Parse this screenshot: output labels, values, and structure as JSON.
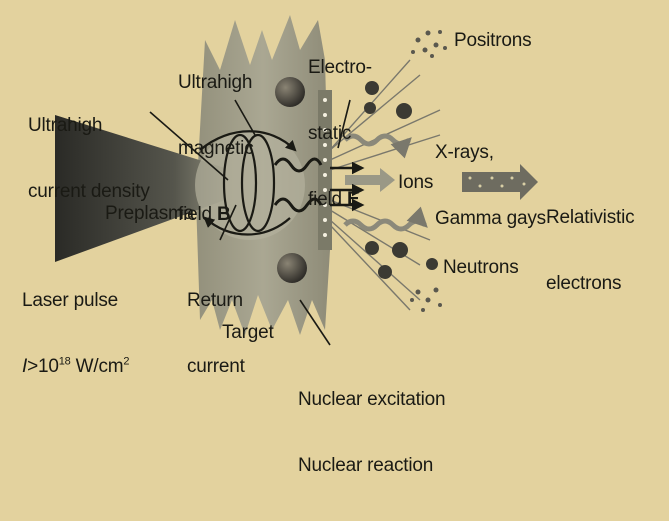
{
  "colors": {
    "background": "#e3d29e",
    "ink": "#1a1a14",
    "target_gray": "#9c9a86",
    "beam": "#3a3a34"
  },
  "labels": {
    "ultrahigh_current_line1": "Ultrahigh",
    "ultrahigh_current_line2": "current density",
    "magnetic_line1": "Ultrahigh",
    "magnetic_line2": "magnetic",
    "magnetic_line3_prefix": "field ",
    "magnetic_symbol": "B",
    "electro_line1": "Electro-",
    "electro_line2": "static",
    "electro_line3_prefix": "field ",
    "electro_symbol": "E",
    "positrons": "Positrons",
    "xrays_line1": "X-rays,",
    "xrays_line2": "Gamma gays",
    "ions": "Ions",
    "relativistic_line1": "Relativistic",
    "relativistic_line2": "electrons",
    "preplasma": "Preplasma",
    "laser_line1": "Laser pulse",
    "laser_intensity_symbol": "I",
    "laser_intensity_rel": ">10",
    "laser_exponent": "18",
    "laser_unit": " W/cm",
    "laser_unit_power": "2",
    "return_line1": "Return",
    "return_line2": "current",
    "neutrons": "Neutrons",
    "target": "Target",
    "nuclear_line1": "Nuclear excitation",
    "nuclear_line2": "Nuclear reaction"
  }
}
